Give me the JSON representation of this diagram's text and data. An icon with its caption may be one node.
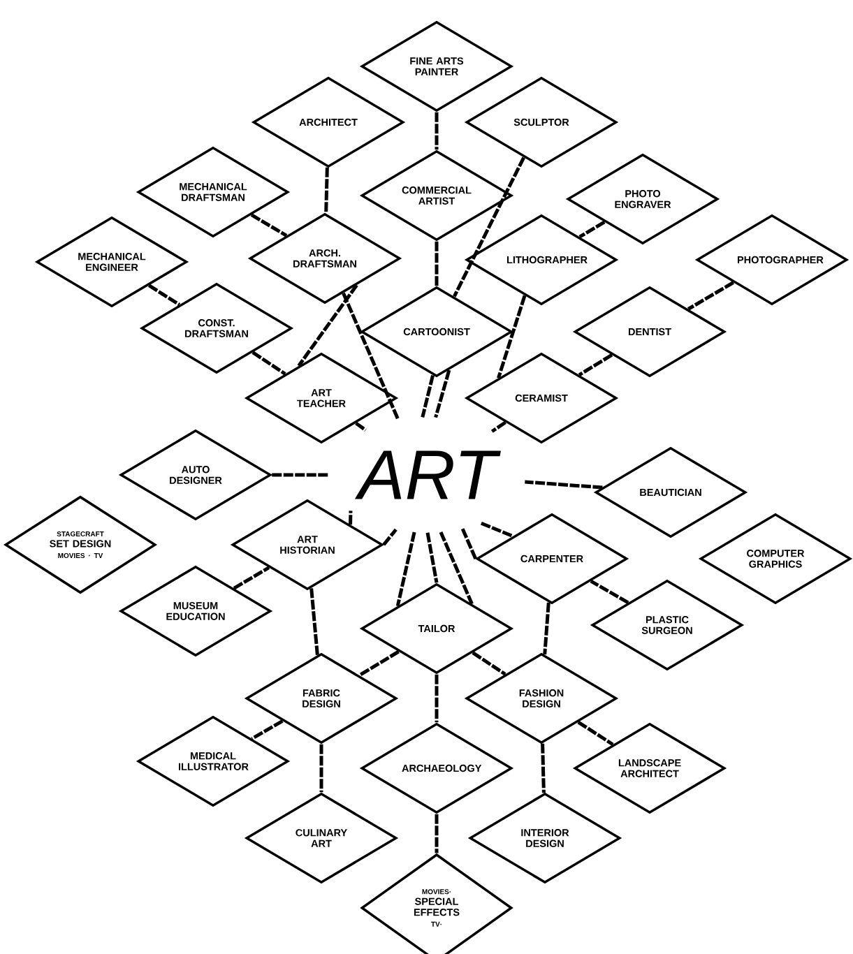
{
  "diagram": {
    "nodes": [
      {
        "text": [
          "ART"
        ]
      },
      {
        "text": [
          "FINE ARTS PAINTER"
        ]
      },
      {
        "text": [
          "ARCHITECT"
        ]
      },
      {
        "text": [
          "SCULPTOR"
        ]
      },
      {
        "text": [
          "MECHANICAL DRAFTSMAN"
        ]
      },
      {
        "text": [
          "COMMERCIAL ARTIST"
        ]
      },
      {
        "text": [
          "PHOTO ENGRAVER"
        ]
      },
      {
        "text": [
          "MECHANICAL ENGINEER"
        ]
      },
      {
        "text": [
          "ARCH. DRAFTSMAN"
        ]
      },
      {
        "text": [
          "LITHOGRAPHER"
        ]
      },
      {
        "text": [
          "PHOTOGRAPHER"
        ]
      },
      {
        "text": [
          "CONST. DRAFTSMAN"
        ]
      },
      {
        "text": [
          "CARTOONIST"
        ]
      },
      {
        "text": [
          "DENTIST"
        ]
      },
      {
        "text": [
          "ART TEACHER"
        ]
      },
      {
        "text": [
          "CERAMIST"
        ]
      },
      {
        "text": [
          "AUTO DESIGNER"
        ]
      },
      {
        "text": [
          "BEAUTICIAN"
        ]
      },
      {
        "text": [
          "STAGECRAFT",
          "SET DESIGN",
          "MOVIES · TV"
        ]
      },
      {
        "text": [
          "ART HISTORIAN"
        ]
      },
      {
        "text": [
          "CARPENTER"
        ]
      },
      {
        "text": [
          "COMPUTER GRAPHICS"
        ]
      },
      {
        "text": [
          "MUSEUM EDUCATION"
        ]
      },
      {
        "text": [
          "TAILOR"
        ]
      },
      {
        "text": [
          "PLASTIC SURGEON"
        ]
      },
      {
        "text": [
          "FABRIC DESIGN"
        ]
      },
      {
        "text": [
          "FASHION DESIGN"
        ]
      },
      {
        "text": [
          "MEDICAL ILLUSTRATOR"
        ]
      },
      {
        "text": [
          "ARCHAEOLOGY"
        ]
      },
      {
        "text": [
          "LANDSCAPE ARCHITECT"
        ]
      },
      {
        "text": [
          "CULINARY ART"
        ]
      },
      {
        "text": [
          "INTERIOR DESIGN"
        ]
      },
      {
        "text": [
          "MOVIES·",
          "SPECIAL EFFECTS",
          "TV·"
        ]
      }
    ],
    "edges": [
      {
        "from": 1,
        "to": 5,
        "arrow": "none"
      },
      {
        "from": 5,
        "to": 12,
        "arrow": "none"
      },
      {
        "from": 2,
        "to": 8,
        "arrow": "none"
      },
      {
        "from": 4,
        "to": 8,
        "arrow": "none"
      },
      {
        "from": 7,
        "to": 11,
        "arrow": "none"
      },
      {
        "from": 11,
        "to": 14,
        "arrow": "none"
      },
      {
        "from": 8,
        "to": 14,
        "arrow": "none"
      },
      {
        "from": 8,
        "to": 0,
        "arrow": "none"
      },
      {
        "from": 3,
        "to": 12,
        "arrow": "none"
      },
      {
        "from": 12,
        "to": 0,
        "arrow": "none"
      },
      {
        "from": 12,
        "to": 0,
        "arrow": "none"
      },
      {
        "from": 6,
        "to": 9,
        "arrow": "none"
      },
      {
        "from": 9,
        "to": 15,
        "arrow": "none"
      },
      {
        "from": 10,
        "to": 13,
        "arrow": "none"
      },
      {
        "from": 13,
        "to": 15,
        "arrow": "none"
      },
      {
        "from": 14,
        "to": 0,
        "arrow": "none"
      },
      {
        "from": 15,
        "to": 0,
        "arrow": "none"
      },
      {
        "from": 16,
        "to": 0,
        "arrow": "none"
      },
      {
        "from": 17,
        "to": 0,
        "arrow": "none"
      },
      {
        "from": 19,
        "to": 0,
        "arrow": "none"
      },
      {
        "from": 19,
        "to": 0,
        "arrow": "none"
      },
      {
        "from": 19,
        "to": 25,
        "arrow": "none"
      },
      {
        "from": 22,
        "to": 19,
        "arrow": "none"
      },
      {
        "from": 0,
        "to": 23,
        "arrow": "none"
      },
      {
        "from": 0,
        "to": 23,
        "arrow": "none"
      },
      {
        "from": 0,
        "to": 23,
        "arrow": "none"
      },
      {
        "from": 23,
        "to": 25,
        "arrow": "none"
      },
      {
        "from": 23,
        "to": 26,
        "arrow": "none"
      },
      {
        "from": 23,
        "to": 28,
        "arrow": "none"
      },
      {
        "from": 0,
        "to": 20,
        "arrow": "none"
      },
      {
        "from": 0,
        "to": 20,
        "arrow": "none"
      },
      {
        "from": 24,
        "to": 20,
        "arrow": "none"
      },
      {
        "from": 20,
        "to": 26,
        "arrow": "none"
      },
      {
        "from": 25,
        "to": 27,
        "arrow": "none"
      },
      {
        "from": 25,
        "to": 30,
        "arrow": "none"
      },
      {
        "from": 26,
        "to": 29,
        "arrow": "none"
      },
      {
        "from": 26,
        "to": 31,
        "arrow": "none"
      },
      {
        "from": 28,
        "to": 32,
        "arrow": "none"
      }
    ]
  }
}
